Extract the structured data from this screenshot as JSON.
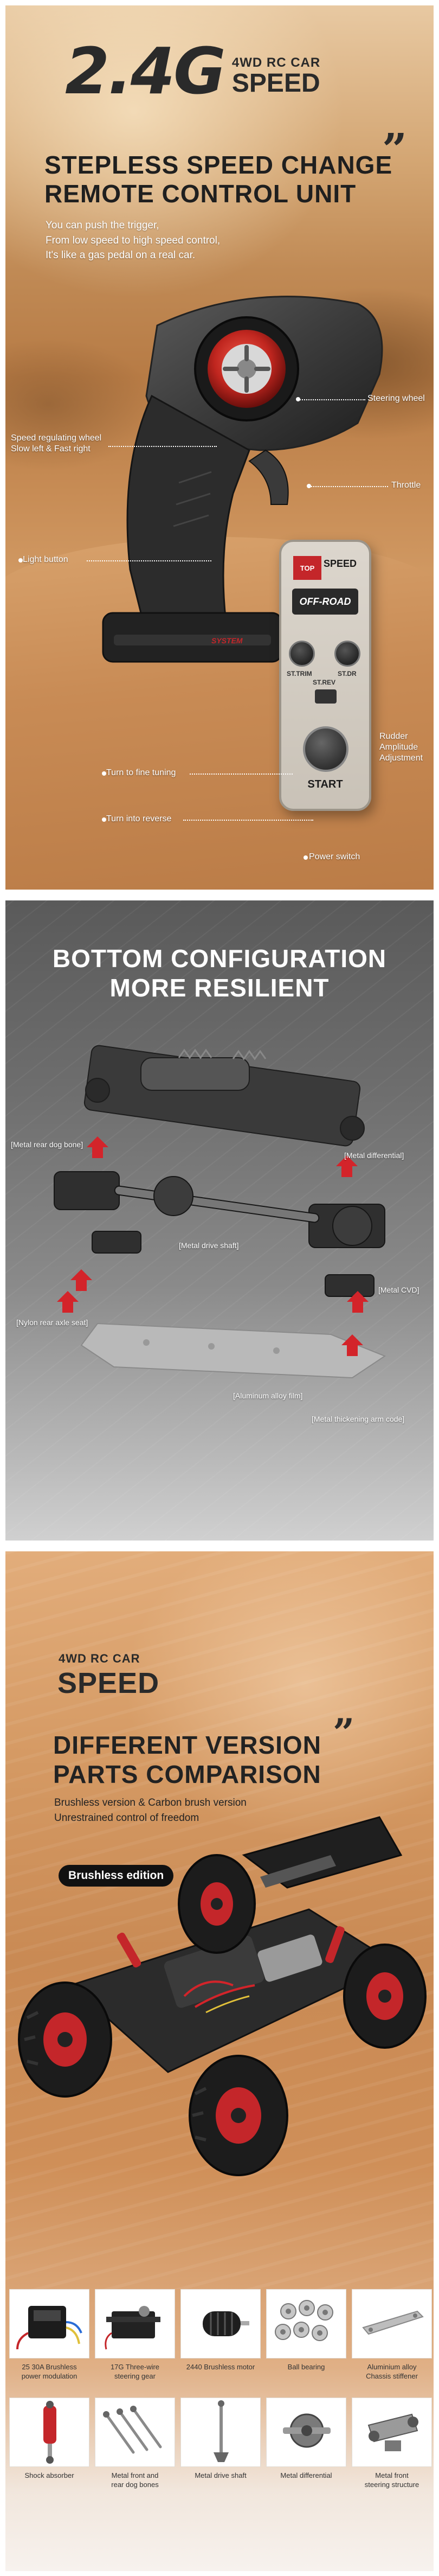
{
  "section1": {
    "hero_big": "2.4G",
    "hero_small": "4WD RC CAR",
    "hero_speed": "SPEED",
    "headline_line1": "STEPLESS SPEED CHANGE",
    "headline_line2": "REMOTE CONTROL UNIT",
    "desc_line1": "You can push the trigger,",
    "desc_line2": "From low speed to high speed control,",
    "desc_line3": "It's like a gas pedal on a real car.",
    "callouts": {
      "steering_wheel": "Steering wheel",
      "speed_wheel_1": "Speed regulating wheel",
      "speed_wheel_2": "Slow left & Fast right",
      "throttle": "Throttle",
      "light_button": "Light button",
      "rudder_1": "Rudder",
      "rudder_2": "Amplitude",
      "rudder_3": "Adjustment",
      "fine_tuning": "Turn to fine tuning",
      "reverse": "Turn into reverse",
      "power_switch": "Power switch"
    },
    "controller": {
      "logo_red": "TOP",
      "logo_text": "SPEED",
      "offroad": "OFF-ROAD",
      "st_rev": "ST.REV",
      "st_dr": "ST.DR",
      "st_trim": "ST.TRIM",
      "start": "START"
    },
    "system_label": "SYSTEM"
  },
  "section2": {
    "title_line1": "BOTTOM CONFIGURATION",
    "title_line2": "MORE RESILIENT",
    "labels": {
      "rear_dog_bone": "[Metal rear dog bone]",
      "differential": "[Metal differential]",
      "drive_shaft": "[Metal drive shaft]",
      "cvd": "[Metal CVD]",
      "rear_axle_seat": "[Nylon rear axle seat]",
      "alloy_film": "[Aluminum alloy film]",
      "arm_code": "[Metal thickening arm code]"
    }
  },
  "section3": {
    "small": "4WD RC CAR",
    "speed": "SPEED",
    "head_line1": "DIFFERENT VERSION",
    "head_line2": "PARTS COMPARISON",
    "desc_line1": "Brushless version & Carbon brush version",
    "desc_line2": "Unrestrained control of freedom",
    "badge": "Brushless edition",
    "parts_row1": [
      {
        "l1": "25 30A Brushless",
        "l2": "power modulation"
      },
      {
        "l1": "17G Three-wire",
        "l2": "steering gear"
      },
      {
        "l1": "2440 Brushless motor",
        "l2": ""
      },
      {
        "l1": "Ball bearing",
        "l2": ""
      },
      {
        "l1": "Aluminium alloy",
        "l2": "Chassis stiffener"
      }
    ],
    "parts_row2": [
      {
        "l1": "Shock absorber",
        "l2": ""
      },
      {
        "l1": "Metal front and",
        "l2": "rear dog bones"
      },
      {
        "l1": "Metal drive shaft",
        "l2": ""
      },
      {
        "l1": "Metal differential",
        "l2": ""
      },
      {
        "l1": "Metal front",
        "l2": "steering structure"
      }
    ]
  },
  "colors": {
    "accent_red": "#c4262a",
    "dark_text": "#2a2a2a"
  }
}
